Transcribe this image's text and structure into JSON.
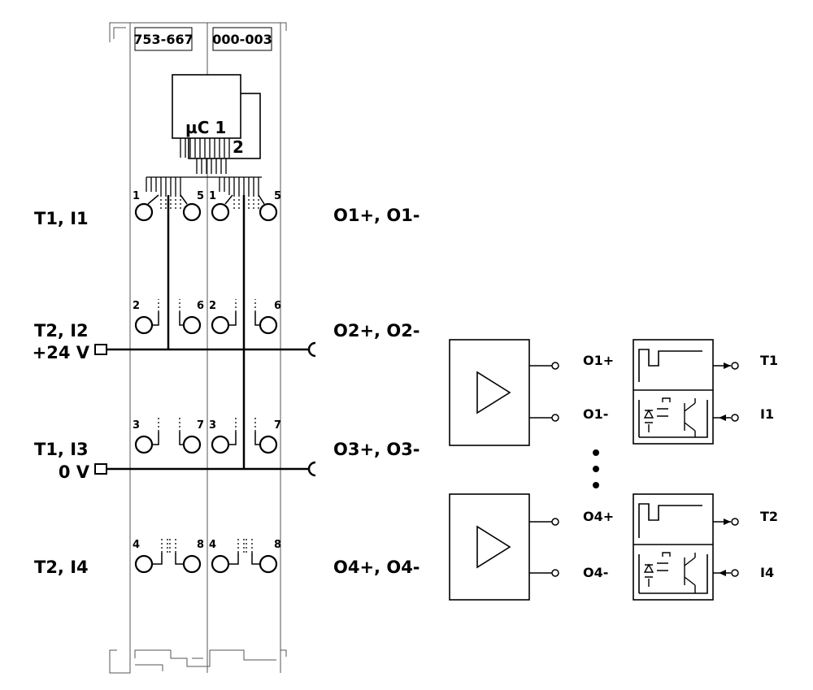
{
  "module": {
    "part_number": "753-667",
    "part_number_2": "000-003",
    "chip_1": "µC 1",
    "chip_2": "2"
  },
  "terminals": {
    "left_top": [
      "1",
      "5"
    ],
    "right_top": [
      "1",
      "5"
    ],
    "left_row2": [
      "2",
      "6"
    ],
    "right_row2": [
      "2",
      "6"
    ],
    "left_row3": [
      "3",
      "7"
    ],
    "right_row3": [
      "3",
      "7"
    ],
    "left_row4": [
      "4",
      "8"
    ],
    "right_row4": [
      "4",
      "8"
    ]
  },
  "left_labels": {
    "row1": "T1, I1",
    "row2a": "T2, I2",
    "row2b": "+24 V",
    "row3a": "T1, I3",
    "row3b": "0 V",
    "row4": "T2, I4"
  },
  "right_labels": {
    "row1": "O1+, O1-",
    "row2": "O2+, O2-",
    "row3": "O3+, O3-",
    "row4": "O4+, O4-"
  },
  "schematic": {
    "out1_plus": "O1+",
    "out1_minus": "O1-",
    "out4_plus": "O4+",
    "out4_minus": "O4-",
    "t1": "T1",
    "i1": "I1",
    "t2": "T2",
    "i4": "I4"
  }
}
